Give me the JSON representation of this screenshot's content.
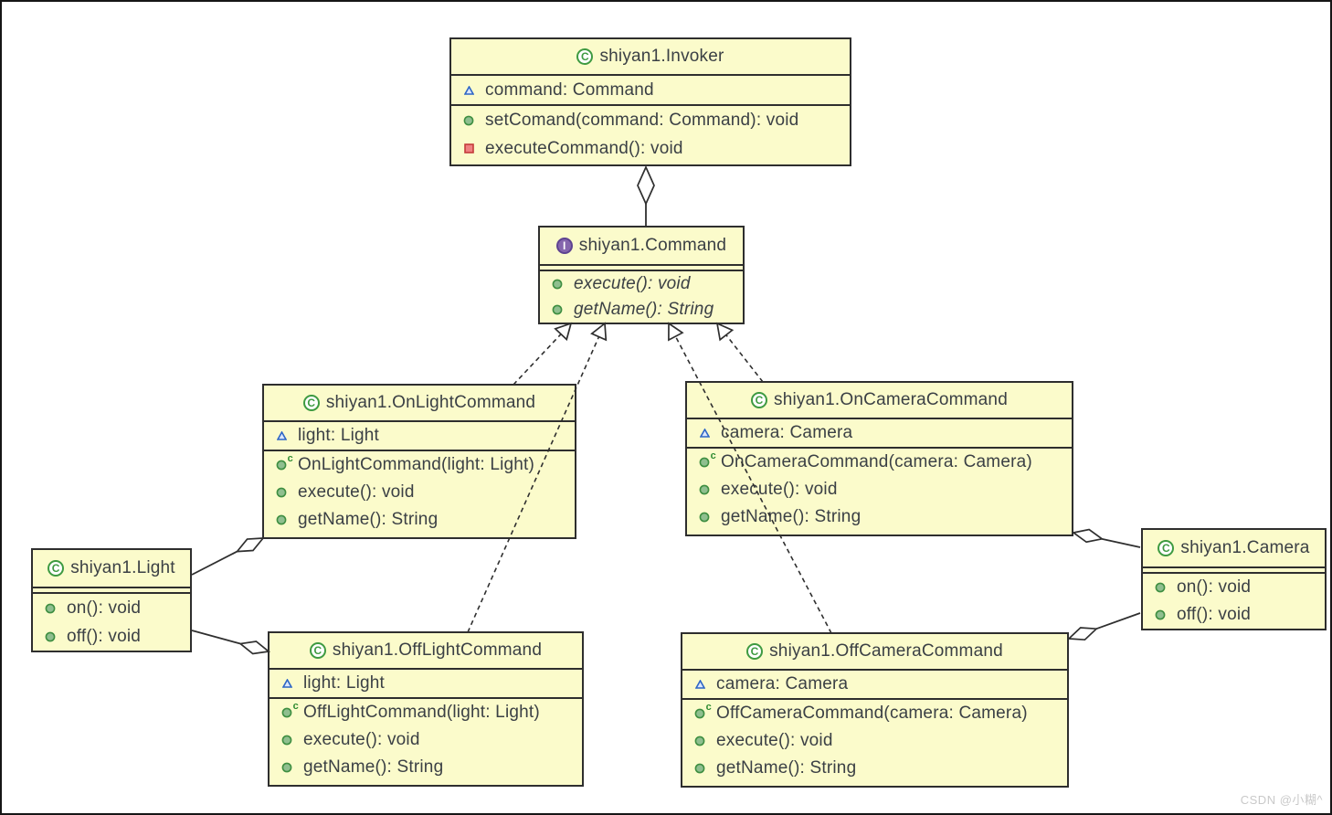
{
  "watermark": "CSDN @小糊^",
  "icons": {
    "class_letter": "C",
    "interface_letter": "I",
    "constructor_sup": "c"
  },
  "colors": {
    "box_fill": "#fbfbcb",
    "box_border": "#2e2e2e",
    "text": "#3b4045",
    "class_icon_green": "#3e9a41",
    "interface_fill": "#8566ad",
    "interface_border": "#5e4391",
    "field_blue": "#2e66c6",
    "method_green_fill": "#8fbf8f",
    "method_green_border": "#3e8e41",
    "private_red_fill": "#ef8080",
    "private_red_border": "#c43b3b",
    "watermark_gray": "#c9c9c9"
  },
  "classes": {
    "invoker": {
      "title": "shiyan1.Invoker",
      "kind": "class",
      "fields": [
        "command: Command"
      ],
      "methods": [
        "setComand(command: Command): void",
        "executeCommand(): void"
      ]
    },
    "command": {
      "title": "shiyan1.Command",
      "kind": "interface",
      "fields": [],
      "methods": [
        "execute(): void",
        "getName(): String"
      ]
    },
    "on_light_command": {
      "title": "shiyan1.OnLightCommand",
      "kind": "class",
      "fields": [
        "light: Light"
      ],
      "methods": [
        "OnLightCommand(light: Light)",
        "execute(): void",
        "getName(): String"
      ]
    },
    "on_camera_command": {
      "title": "shiyan1.OnCameraCommand",
      "kind": "class",
      "fields": [
        "camera: Camera"
      ],
      "methods": [
        "OnCameraCommand(camera: Camera)",
        "execute(): void",
        "getName(): String"
      ]
    },
    "light": {
      "title": "shiyan1.Light",
      "kind": "class",
      "fields": [],
      "methods": [
        "on(): void",
        "off(): void"
      ]
    },
    "camera": {
      "title": "shiyan1.Camera",
      "kind": "class",
      "fields": [],
      "methods": [
        "on(): void",
        "off(): void"
      ]
    },
    "off_light_command": {
      "title": "shiyan1.OffLightCommand",
      "kind": "class",
      "fields": [
        "light: Light"
      ],
      "methods": [
        "OffLightCommand(light: Light)",
        "execute(): void",
        "getName(): String"
      ]
    },
    "off_camera_command": {
      "title": "shiyan1.OffCameraCommand",
      "kind": "class",
      "fields": [
        "camera: Camera"
      ],
      "methods": [
        "OffCameraCommand(camera: Camera)",
        "execute(): void",
        "getName(): String"
      ]
    }
  },
  "relationships": [
    {
      "from": "shiyan1.Invoker",
      "to": "shiyan1.Command",
      "type": "aggregation"
    },
    {
      "from": "shiyan1.OnLightCommand",
      "to": "shiyan1.Command",
      "type": "realization"
    },
    {
      "from": "shiyan1.OffLightCommand",
      "to": "shiyan1.Command",
      "type": "realization"
    },
    {
      "from": "shiyan1.OnCameraCommand",
      "to": "shiyan1.Command",
      "type": "realization"
    },
    {
      "from": "shiyan1.OffCameraCommand",
      "to": "shiyan1.Command",
      "type": "realization"
    },
    {
      "from": "shiyan1.OnLightCommand",
      "to": "shiyan1.Light",
      "type": "aggregation"
    },
    {
      "from": "shiyan1.OffLightCommand",
      "to": "shiyan1.Light",
      "type": "aggregation"
    },
    {
      "from": "shiyan1.OnCameraCommand",
      "to": "shiyan1.Camera",
      "type": "aggregation"
    },
    {
      "from": "shiyan1.OffCameraCommand",
      "to": "shiyan1.Camera",
      "type": "aggregation"
    }
  ]
}
